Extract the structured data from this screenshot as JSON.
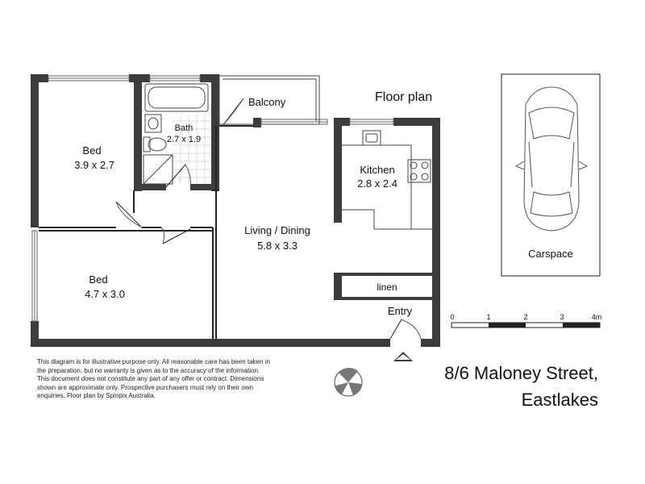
{
  "title": "Floor plan",
  "rooms": {
    "bed1": {
      "name": "Bed",
      "size": "3.9 x 2.7"
    },
    "bath": {
      "name": "Bath",
      "size": "2.7 x 1.9"
    },
    "balcony": {
      "name": "Balcony"
    },
    "kitchen": {
      "name": "Kitchen",
      "size": "2.8 x 2.4"
    },
    "living": {
      "name": "Living / Dining",
      "size": "5.8 x 3.3"
    },
    "bed2": {
      "name": "Bed",
      "size": "4.7 x 3.0"
    },
    "linen": {
      "name": "linen"
    },
    "entry": {
      "name": "Entry"
    },
    "carspace": {
      "name": "Carspace"
    }
  },
  "scale": {
    "ticks": [
      "0",
      "1",
      "2",
      "3",
      "4m"
    ]
  },
  "disclaimer": [
    "This diagram is for illustrative purpose only. All reasonable care has been taken in",
    "the preparation, but no warranty is given as to the accuracy of the information.",
    "This document does not constitute any part of any offer or contract. Dimensions",
    "shown are approximate only. Prospective purchasers must rely on their own",
    "enquiries. Floor plan by Spinpix Australia."
  ],
  "address": {
    "line1": "8/6 Maloney Street,",
    "line2": "Eastlakes"
  },
  "colors": {
    "wall": "#3c3c3c",
    "line": "#222222",
    "window": "#666666"
  }
}
